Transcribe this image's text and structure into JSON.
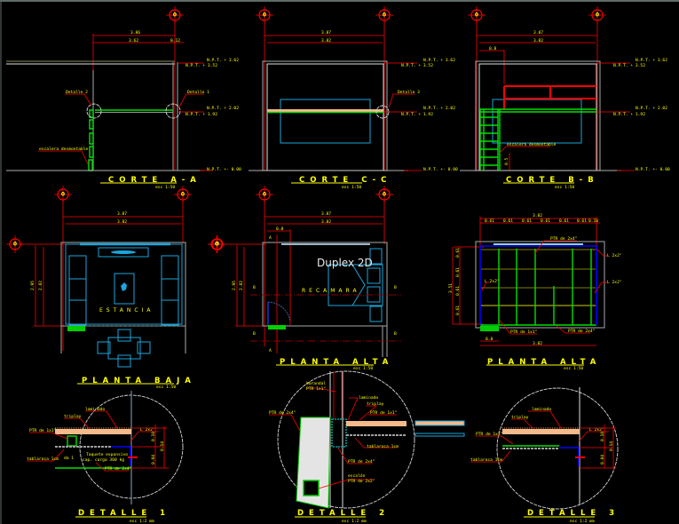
{
  "watermark": "Duplex 2D",
  "axis_label": "0",
  "colors": {
    "background": "#000000",
    "dimension": "#ff0000",
    "wall": "#8a9090",
    "furniture": "#1aa6dc",
    "structure": "#00e000",
    "text": "#ffff00"
  },
  "corte_aa": {
    "title": "CORTE A-A",
    "scale": "esc 1:50",
    "dim_total": "3.86",
    "dim_inner": "3.62",
    "dim_side": "0.12",
    "npt": [
      "N.P.T. + 3.62",
      "N.P.T. + 3.52",
      "N.P.T. + 2.02",
      "N.P.T. + 1.92",
      "N.P.T. +- 0.00"
    ],
    "callout_left": "Detalle 2",
    "callout_right": "Detalle 1",
    "ladder": "escalera desmontable"
  },
  "corte_cc": {
    "title": "CORTE C-C",
    "scale": "esc 1:50",
    "dim_total": "3.87",
    "dim_inner": "3.82",
    "npt": [
      "N.P.T. + 3.62",
      "N.P.T. + 3.52",
      "N.P.T. + 2.02",
      "N.P.T. + 1.92",
      "N.P.T. +- 0.00"
    ],
    "callout": "Detalle 3"
  },
  "corte_bb": {
    "title": "CORTE B-B",
    "scale": "esc 1:50",
    "dim_total": "3.87",
    "dim_inner": "3.82",
    "dim_rail": "0.8",
    "dim_step": "0.5",
    "npt": [
      "N.P.T. + 3.62",
      "N.P.T. + 3.52",
      "N.P.T. + 2.02",
      "N.P.T. + 1.92",
      "N.P.T. +- 0.00"
    ],
    "ladder": "escalera desmontable"
  },
  "planta_baja": {
    "title": "PLANTA BAJA",
    "scale": "esc 1:50",
    "dim_total": "3.87",
    "dim_inner": "3.82",
    "dim_v_outer": "2.95",
    "dim_v_inner": "2.82",
    "room": "ESTANCIA"
  },
  "planta_alta": {
    "title": "PLANTA ALTA",
    "scale": "esc 1:50",
    "dim_total": "3.87",
    "dim_inner": "3.82",
    "dim_door": "0.8",
    "dim_v_outer": "2.95",
    "dim_v_inner": "2.82",
    "room": "RECAMARA",
    "section_a": "A",
    "section_b": "B"
  },
  "planta_alta_estructura": {
    "title": "PLANTA ALTA",
    "scale": "esc 1:50",
    "dim_total": "3.82",
    "dim_modules": [
      "0.61",
      "0.61",
      "0.61",
      "0.61",
      "0.61",
      "0.61",
      "0.10"
    ],
    "dim_v_total": "3.51",
    "dim_v_modules": [
      "0.61",
      "0.61",
      "0.61",
      "0.61"
    ],
    "dim_bottom_left": "0.8",
    "dim_bottom": "3.82",
    "labels": {
      "ptr_top": "PTR de 2x4\"",
      "l_top": "L 2x2\"",
      "l_left": "L 2x2\"",
      "l_right": "L 2x2\"",
      "ptr_bottom_left": "PTR de 1x1\"",
      "ptr_bottom_right": "PTR de 2x4\""
    }
  },
  "detalle_1": {
    "title": "DETALLE 1",
    "scale": "esc 1:2 mm",
    "labels": {
      "laminado": "laminado",
      "triplay": "triplay",
      "ptr_1x1": "PTR de 1x1\"",
      "angle": "L 2x2\"",
      "tablaroca": "tablaroca 1cm",
      "da": "da 1",
      "taquete_1": "Taquete expansivo",
      "taquete_2": "cap. carga 360 kg",
      "ptr_2x4": "PTR de 2x4\""
    },
    "dims": [
      "0.10",
      "0.04",
      "0.14"
    ]
  },
  "detalle_2": {
    "title": "DETALLE 2",
    "scale": "esc 1:2 mm",
    "labels": {
      "barandal_1": "barandal",
      "barandal_2": "PTR 1x1\"",
      "laminado": "laminado",
      "triplay": "triplay",
      "ptr_1x1": "PTR de 1x1\"",
      "ptr_2x4_left": "PTR de 2x4\"",
      "tablaroca": "tablaroca 1cm",
      "ptr_2x4": "PTR de 2x4\"",
      "escalon_1": "escalón",
      "escalon_2": "PTR de 2x2\""
    }
  },
  "detalle_3": {
    "title": "DETALLE 3",
    "scale": "esc 1:2 mm",
    "labels": {
      "laminado": "laminado",
      "triplay": "triplay",
      "ptr_1x1": "PTR de 1x1\"",
      "angle": "L 2x2\"",
      "tablaroca": "tablaroca 1cm"
    },
    "dims": [
      "0.10",
      "0.04",
      "0.14"
    ]
  }
}
